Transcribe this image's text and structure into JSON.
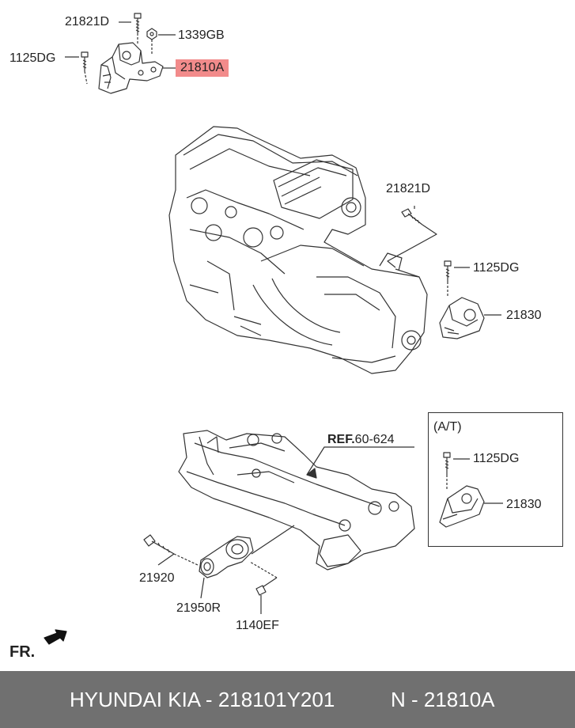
{
  "labels": {
    "top_bolt": "21821D",
    "top_nut": "1339GB",
    "top_left_bolt": "1125DG",
    "top_part": "21810A",
    "engine_bolt": "21821D",
    "engine_bolt_small": "1125DG",
    "engine_mount": "21830",
    "ref_prefix": "REF.",
    "ref_code": "60-624",
    "at_title": "(A/T)",
    "at_bolt": "1125DG",
    "at_mount": "21830",
    "roll_bolt": "21920",
    "roll_rod": "21950R",
    "roll_small_bolt": "1140EF",
    "fr": "FR."
  },
  "footer": {
    "brand": "HYUNDAI  KIA - 218101Y201",
    "oem": "N - 21810A"
  },
  "colors": {
    "highlight": "#f28b8b",
    "footer_bg": "#707070",
    "line": "#333333"
  }
}
